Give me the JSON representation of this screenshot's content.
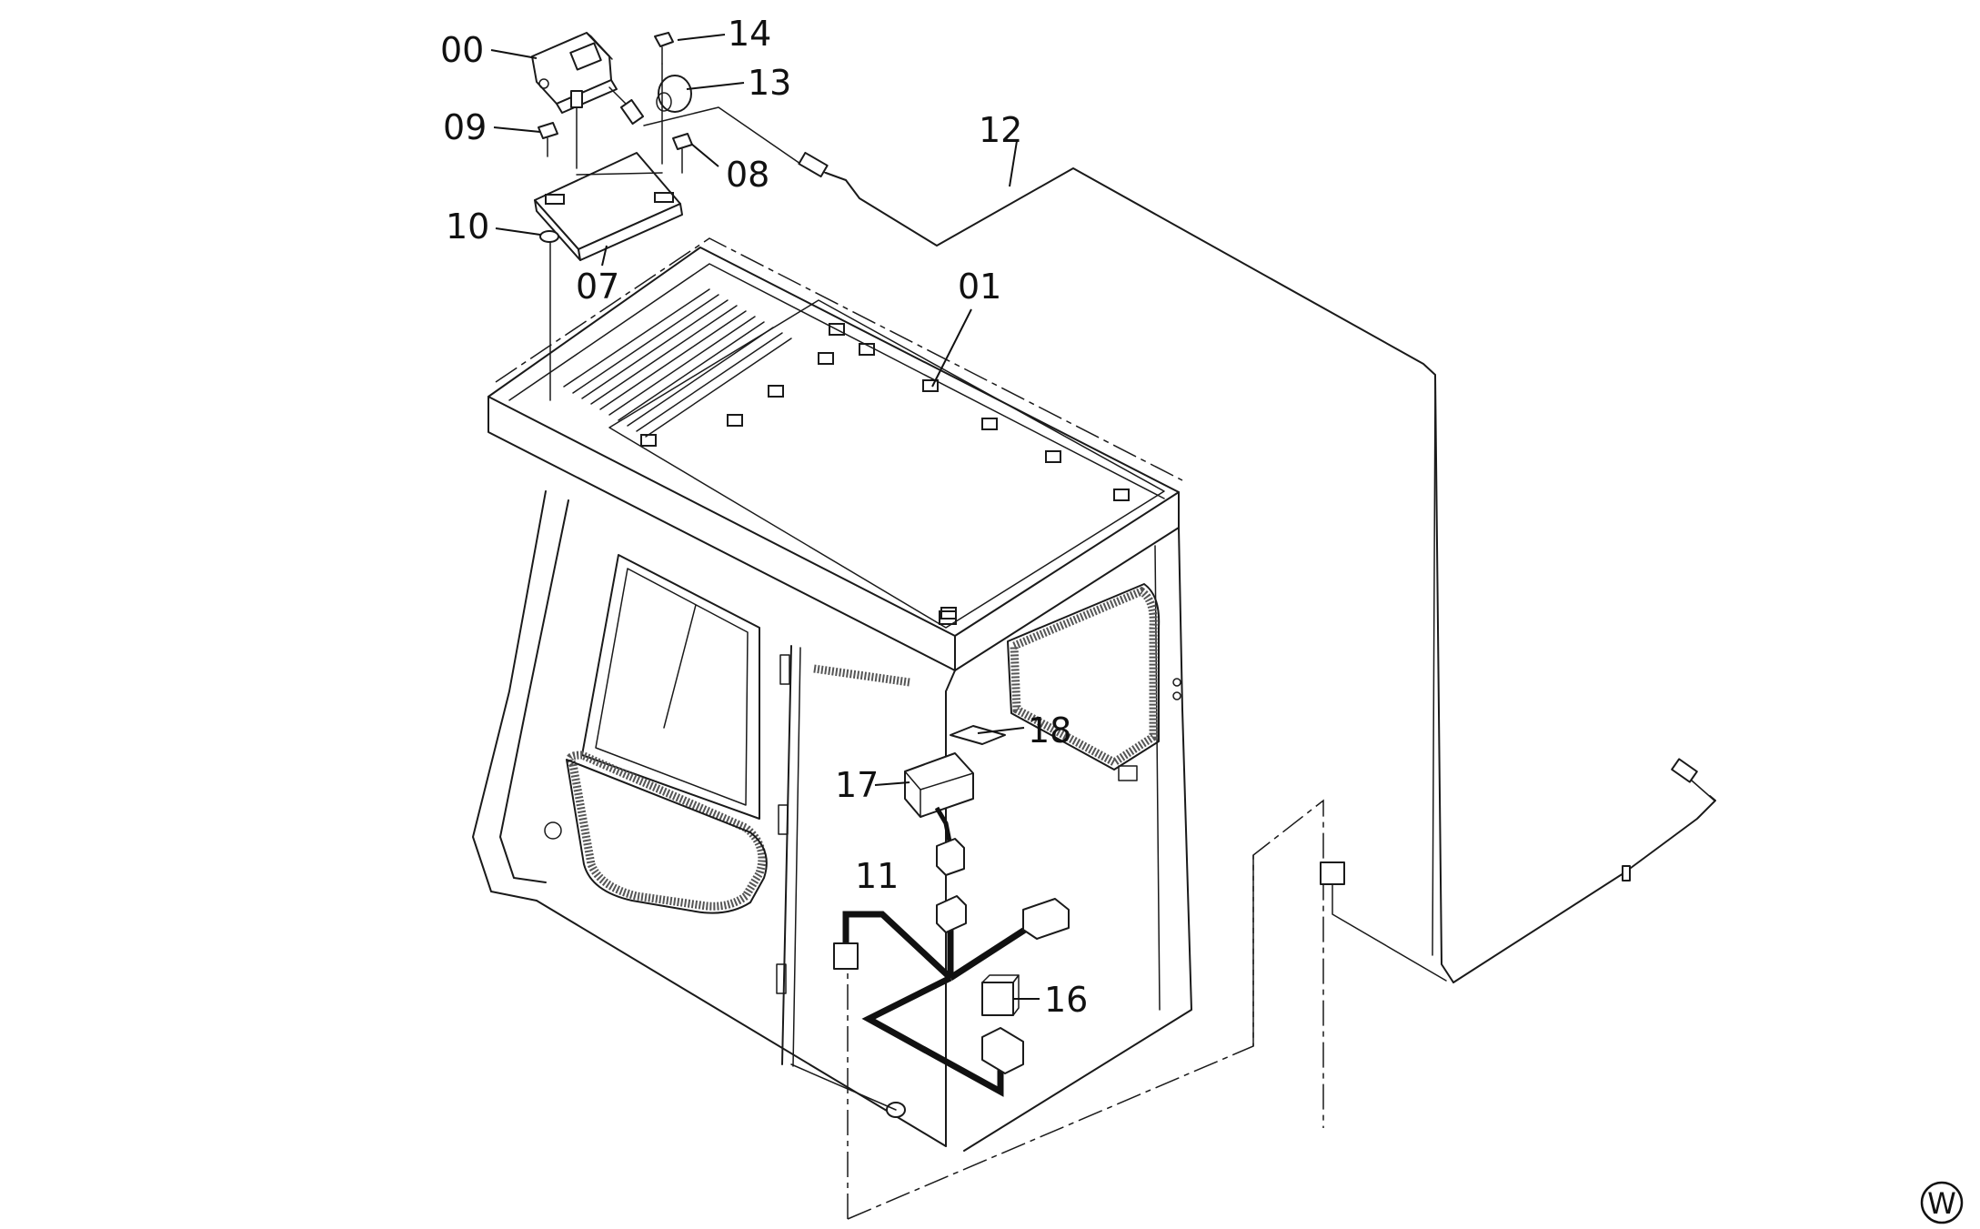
{
  "diagram": {
    "callouts": [
      {
        "id": "c00",
        "text": "00"
      },
      {
        "id": "c14",
        "text": "14"
      },
      {
        "id": "c13",
        "text": "13"
      },
      {
        "id": "c09",
        "text": "09"
      },
      {
        "id": "c08",
        "text": "08"
      },
      {
        "id": "c12",
        "text": "12"
      },
      {
        "id": "c10",
        "text": "10"
      },
      {
        "id": "c07",
        "text": "07"
      },
      {
        "id": "c01",
        "text": "01"
      },
      {
        "id": "c18",
        "text": "18"
      },
      {
        "id": "c17",
        "text": "17"
      },
      {
        "id": "c11",
        "text": "11"
      },
      {
        "id": "c16",
        "text": "16"
      }
    ],
    "corner_mark": "W"
  }
}
